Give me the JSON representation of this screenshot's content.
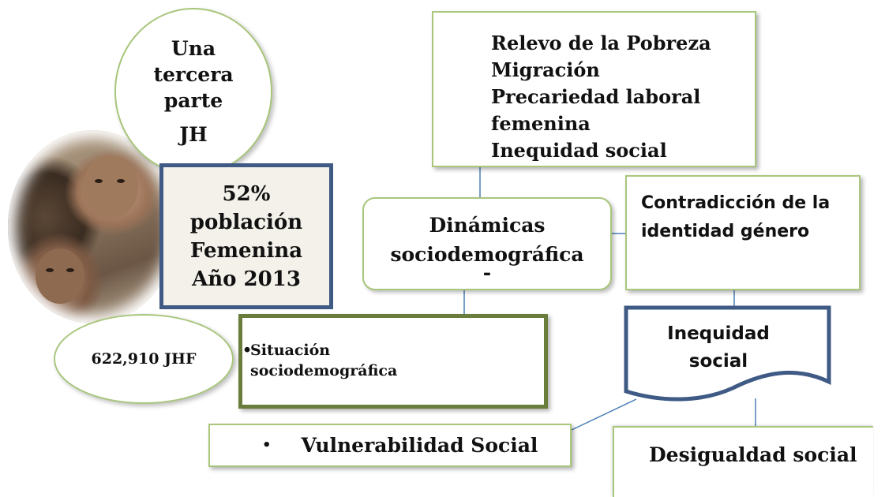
{
  "circle_jh": {
    "lines": [
      "Una",
      "tercera",
      "parte",
      "JH"
    ]
  },
  "percent_box": {
    "lines": [
      "52%",
      "población",
      "Femenina",
      "Año 2013"
    ]
  },
  "jhf_oval": {
    "text": "622,910 JHF"
  },
  "situacion_box": {
    "bullet": "•",
    "lines": [
      "Situación",
      "sociodemográfica"
    ]
  },
  "top_box": {
    "items": [
      "Relevo de la Pobreza",
      "Migración",
      "Precariedad laboral",
      "femenina",
      "Inequidad social"
    ]
  },
  "dinamicas_box": {
    "lines": [
      "Dinámicas",
      "sociodemográfica"
    ],
    "tail": "-"
  },
  "contradiccion_box": {
    "lines": [
      "Contradicción de la",
      "identidad género"
    ]
  },
  "inequidad_box": {
    "lines": [
      "Inequidad",
      "social"
    ]
  },
  "vulnerabilidad_box": {
    "bullet": "•",
    "text": "Vulnerabilidad Social"
  },
  "desigualdad_box": {
    "text": "Desigualdad social"
  },
  "colors": {
    "green_border": "#a9c67c",
    "blue_border": "#3e5a85",
    "olive_border": "#6b7d3d",
    "connector": "#4a7fb5"
  }
}
